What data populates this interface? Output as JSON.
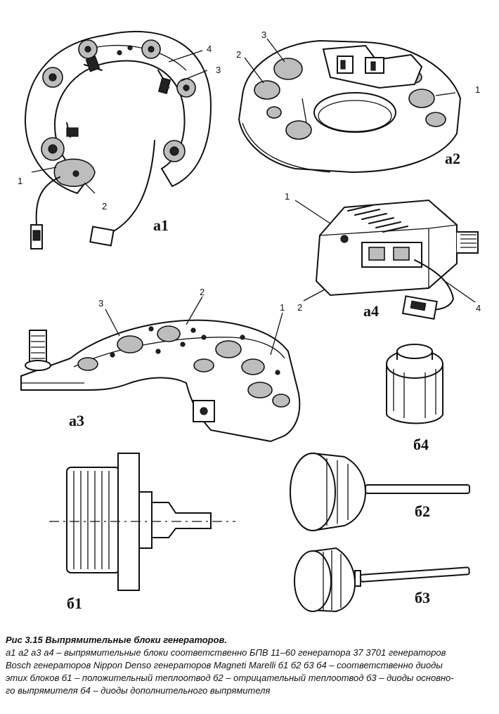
{
  "figure": {
    "labels": {
      "a1": "а1",
      "a2": "а2",
      "a3": "а3",
      "a4": "а4",
      "b1": "б1",
      "b2": "б2",
      "b3": "б3",
      "b4": "б4"
    },
    "callouts": {
      "a1": [
        "1",
        "2",
        "3",
        "4"
      ],
      "a2": [
        "1",
        "2",
        "3"
      ],
      "a3": [
        "1",
        "2",
        "3"
      ],
      "a4": [
        "1",
        "2",
        "4"
      ]
    }
  },
  "caption": {
    "number": "Рис 3.15",
    "title": "Выпрямительные блоки генераторов.",
    "line1": "а1 а2 а3 а4 – выпрямительные блоки соответственно БПВ 11–60 генератора 37 3701 генераторов",
    "line2": "Bosch генераторов Nippon Denso генераторов Magneti Marelli б1 б2 б3 б4 – соответственно диоды",
    "line3": "этих блоков б1 – положительный теплоотвод б2 – отрицательный теплоотвод б3 – диоды основно-",
    "line4": "го выпрямителя б4 – диоды дополнительного выпрямителя"
  }
}
